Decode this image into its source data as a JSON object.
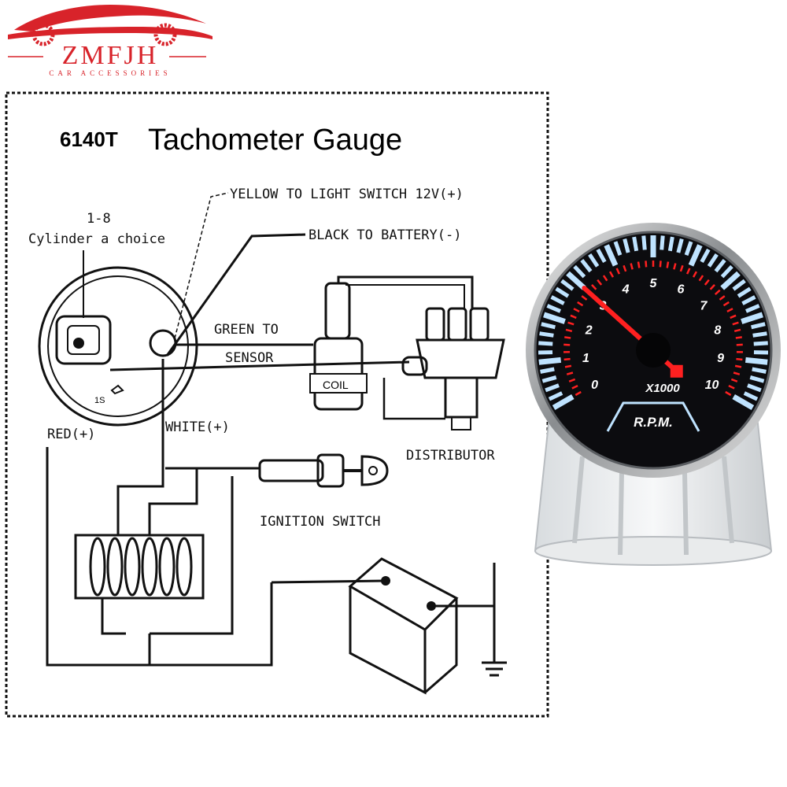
{
  "brand": {
    "name": "ZMFJH",
    "tagline": "CAR ACCESSORIES",
    "color": "#d8232a"
  },
  "diagram": {
    "model": "6140T",
    "title": "Tachometer Gauge",
    "cylinder_label_line1": "1-8",
    "cylinder_label_line2": "Cylinder a choice",
    "small_label": "1S",
    "labels": {
      "yellow": "YELLOW   TO LIGHT SWITCH 12V(+)",
      "black": "BLACK  TO BATTERY(-)",
      "green_line1": "GREEN TO",
      "green_line2": "SENSOR",
      "coil": "COIL",
      "red": "RED(+)",
      "white": "WHITE(+)",
      "distributor": "DISTRIBUTOR",
      "ignition": "IGNITION SWITCH"
    }
  },
  "gauge": {
    "scale_labels": [
      "0",
      "1",
      "2",
      "3",
      "4",
      "5",
      "6",
      "7",
      "8",
      "9",
      "10"
    ],
    "multiplier": "X1000",
    "unit": "R.P.M.",
    "needle_value": 3,
    "scale_min": 0,
    "scale_max": 10,
    "accent_color": "#ff2020",
    "backlight_color": "#bfe3ff"
  }
}
